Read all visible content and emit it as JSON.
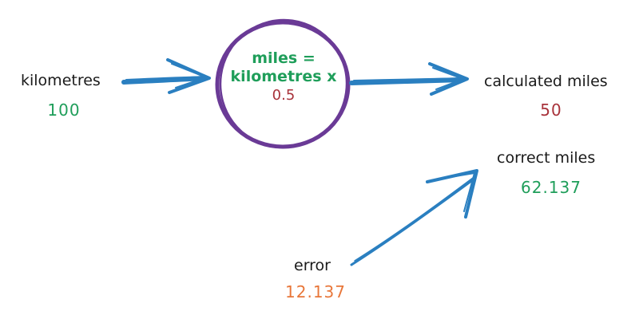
{
  "colors": {
    "arrow": "#2a7fc0",
    "circle": "#6a3a96",
    "green": "#1f9e5a",
    "red": "#a8323a",
    "orange": "#e8773a",
    "label": "#1a1a1a"
  },
  "input": {
    "label": "kilometres",
    "value": "100"
  },
  "function": {
    "line1": "miles =",
    "line2": "kilometres x",
    "constant": "0.5"
  },
  "calculated": {
    "label": "calculated miles",
    "value": "50"
  },
  "correct": {
    "label": "correct miles",
    "value": "62.137"
  },
  "error": {
    "label": "error",
    "value": "12.137"
  },
  "icons": [
    "arrow-right-icon",
    "arrow-up-right-icon",
    "circle-node-icon"
  ]
}
